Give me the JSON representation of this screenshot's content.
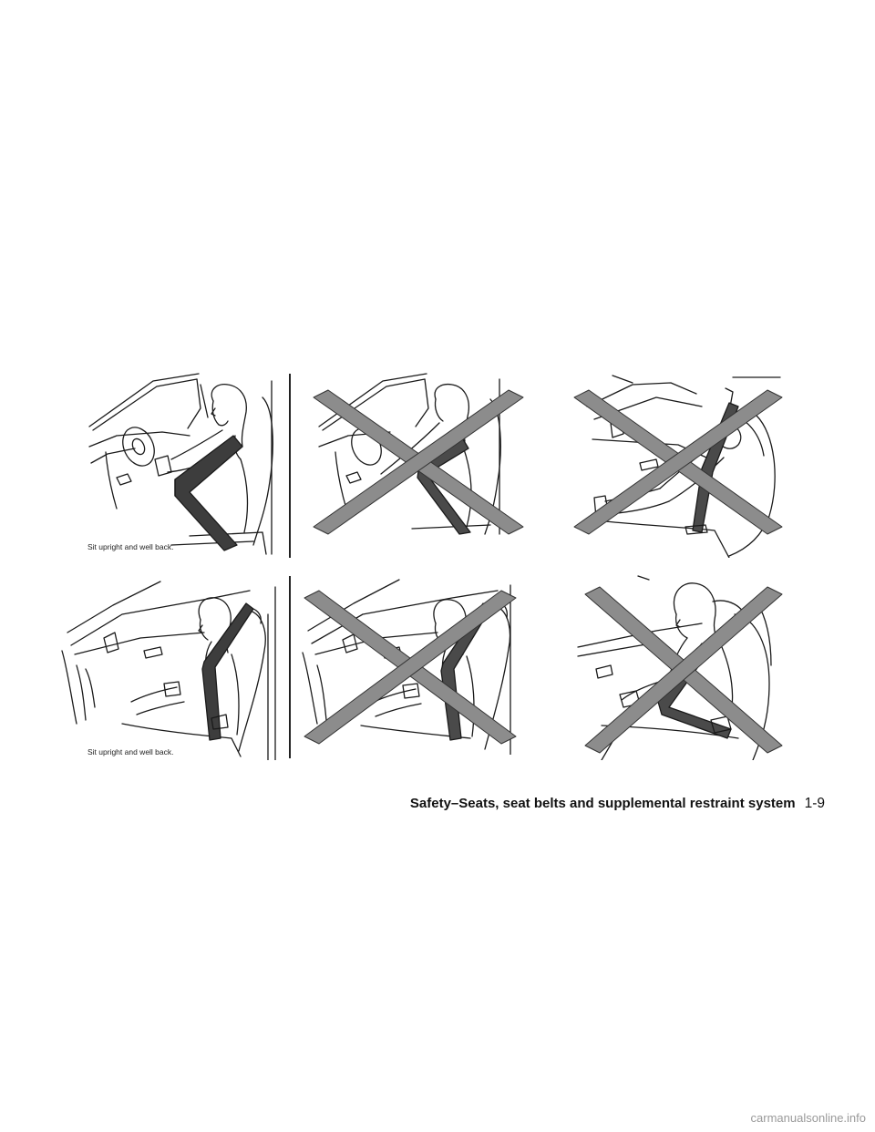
{
  "illustrations": [
    {
      "caption": "Sit upright and well back.",
      "crossed": false,
      "scene": "driver-seated-upright"
    },
    {
      "caption": "",
      "crossed": true,
      "scene": "driver-leaning-forward"
    },
    {
      "caption": "",
      "crossed": true,
      "scene": "passenger-reclined"
    },
    {
      "caption": "Sit upright and well back.",
      "crossed": false,
      "scene": "passenger-seated-upright"
    },
    {
      "caption": "",
      "crossed": true,
      "scene": "passenger-leaning-forward"
    },
    {
      "caption": "",
      "crossed": true,
      "scene": "rear-passenger-belt-misworn"
    }
  ],
  "footer": {
    "section_title": "Safety–Seats, seat belts and supplemental restraint system",
    "page_number": "1-9"
  },
  "watermark": "carmanualsonline.info"
}
